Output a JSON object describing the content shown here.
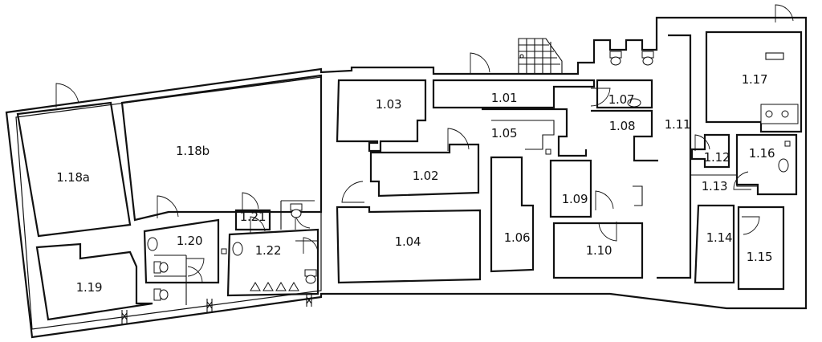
{
  "rooms": {
    "r101": "1.01",
    "r102": "1.02",
    "r103": "1.03",
    "r104": "1.04",
    "r105": "1.05",
    "r106": "1.06",
    "r107": "1.07",
    "r108": "1.08",
    "r109": "1.09",
    "r110": "1.10",
    "r111": "1.11",
    "r112": "1.12",
    "r113": "1.13",
    "r114": "1.14",
    "r115": "1.15",
    "r116": "1.16",
    "r117": "1.17",
    "r118a": "1.18a",
    "r118b": "1.18b",
    "r119": "1.19",
    "r120": "1.20",
    "r121": "1.21",
    "r122": "1.22"
  }
}
